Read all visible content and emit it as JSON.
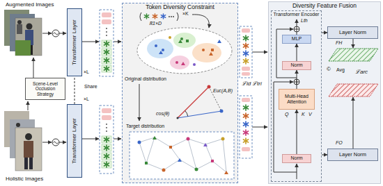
{
  "diagram": {
    "nodes": [
      {
        "text": [
          "Scene-Level Occlusion Strategy"
        ]
      },
      {
        "text": [
          "Transformer Layer"
        ]
      },
      {
        "text": [
          "Transformer Layer"
        ]
      },
      {
        "text": [
          "Token Diversity Constraint"
        ]
      },
      {
        "text": [
          "Diversity Feature Fusion"
        ]
      },
      {
        "text": [
          "Transformer Encoder"
        ],
        "in": 4
      },
      {
        "text": [
          "MLP"
        ],
        "in": 5
      },
      {
        "text": [
          "Norm"
        ],
        "in": 5
      },
      {
        "text": [
          "Multi-Head Attention"
        ],
        "in": 5
      },
      {
        "text": [
          "Norm"
        ],
        "in": 5
      },
      {
        "text": [
          "Layer Norm"
        ],
        "in": 4
      },
      {
        "text": [
          "Layer Norm"
        ],
        "in": 4
      }
    ],
    "edges": [
      {
        "from": 2,
        "to": 1,
        "label": "Share",
        "arrow": "none"
      },
      {
        "from": 9,
        "to": 8,
        "arrow": "to"
      },
      {
        "from": 8,
        "to": 7,
        "arrow": "to"
      },
      {
        "from": 7,
        "to": 6,
        "arrow": "to"
      },
      {
        "from": 5,
        "to": 10,
        "arrow": "to"
      },
      {
        "from": 5,
        "to": 11,
        "arrow": "to"
      }
    ],
    "labels": [
      "Augmented Images",
      "Holistic Images",
      "×L",
      "×L",
      "ℝ1×D",
      "×K",
      "Original distribution",
      "Euc(A,B)",
      "cos(θ)",
      "Target distribution",
      "ℒid",
      "ℒtri",
      "Lth",
      "Q",
      "K",
      "V",
      "FH",
      "FO",
      "©",
      "Avg",
      "ℒarc"
    ]
  }
}
